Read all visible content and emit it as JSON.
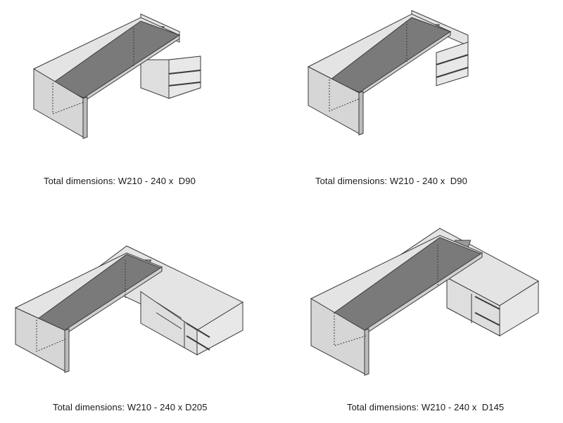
{
  "figure": {
    "captions": [
      "Total dimensions: W210 - 240 x  D90",
      "Total dimensions: W210 - 240 x  D90",
      "Total dimensions: W210 - 240 x D205",
      "Total dimensions: W210 - 240 x  D145"
    ]
  },
  "colors": {
    "outline": "#3a3a3a",
    "desktop_top": "#7a7a7a",
    "panel_light": "#e4e4e4",
    "panel_front": "#d6d6d6",
    "cabinet": "#dedede"
  }
}
